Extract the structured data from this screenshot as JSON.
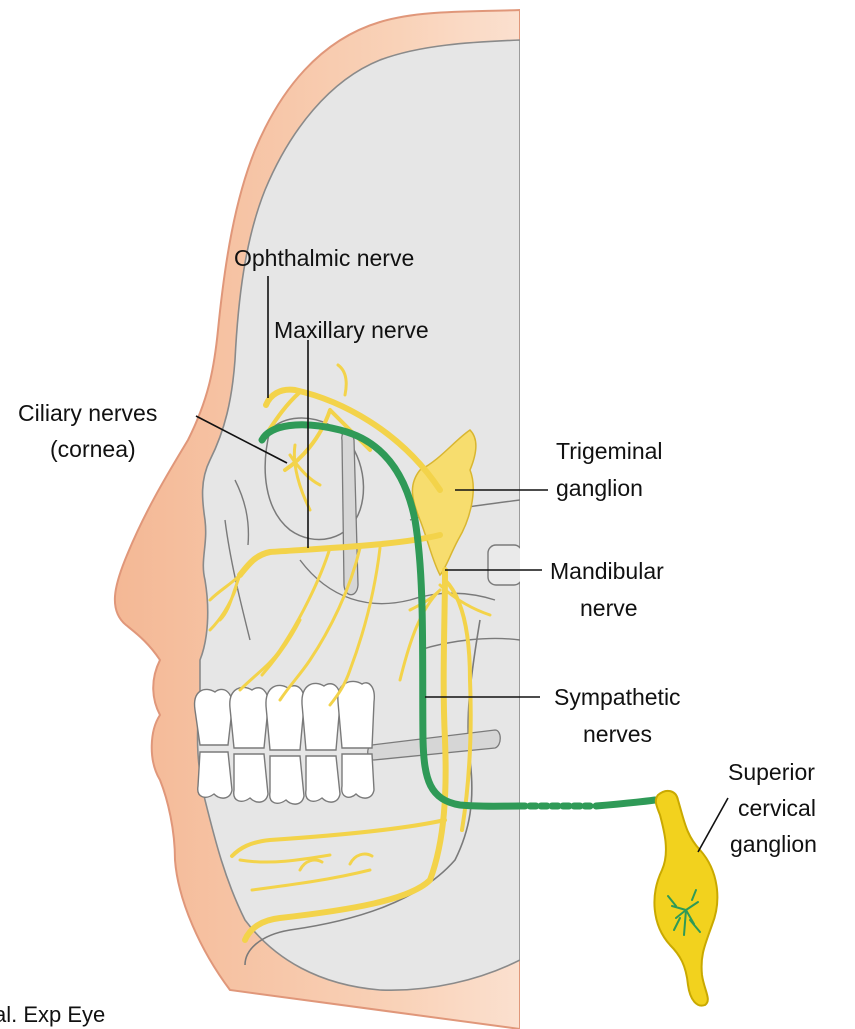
{
  "labels": {
    "ophthalmic": "Ophthalmic nerve",
    "maxillary": "Maxillary nerve",
    "ciliary_line1": "Ciliary nerves",
    "ciliary_line2": "(cornea)",
    "trigeminal_line1": "Trigeminal",
    "trigeminal_line2": "ganglion",
    "mandibular_line1": "Mandibular",
    "mandibular_line2": "nerve",
    "sympathetic_line1": "Sympathetic",
    "sympathetic_line2": "nerves",
    "superior_line1": "Superior",
    "superior_line2": "cervical",
    "superior_line3": "ganglion"
  },
  "caption": "al. Exp Eye",
  "colors": {
    "skin": "#f7c7a6",
    "skin_outline": "#e0977a",
    "bone": "#e6e6e6",
    "nerve_yellow": "#f3d34a",
    "sympathetic_green": "#2f9a57",
    "ganglion_yellow": "#f2d21e"
  }
}
